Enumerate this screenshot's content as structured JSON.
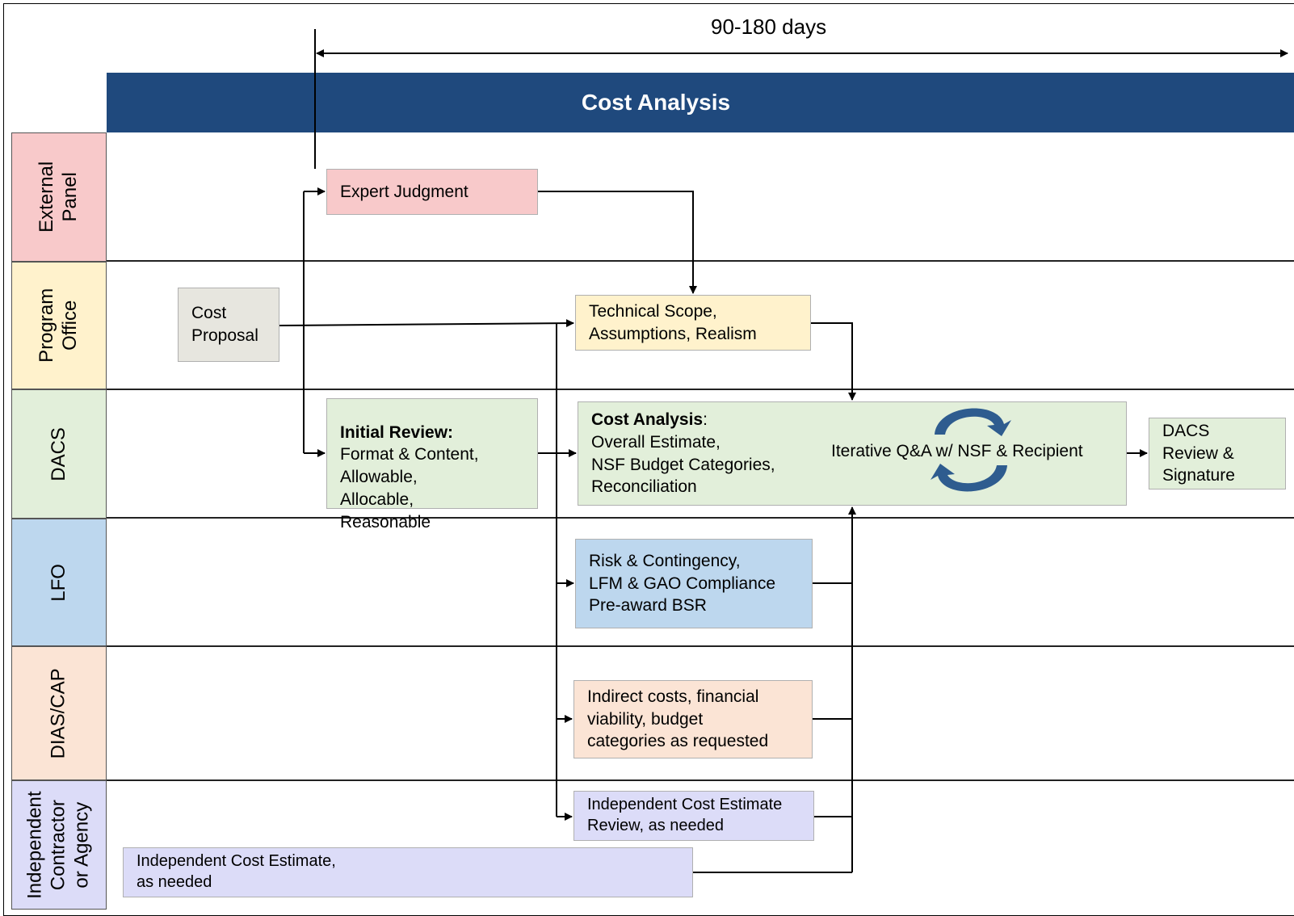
{
  "timeline": {
    "label": "90-180 days"
  },
  "header": {
    "title": "Cost Analysis"
  },
  "colors": {
    "header": "#1f497d",
    "external_panel": "#f8c9ca",
    "program_office": "#fff2cc",
    "dacs": "#e2efda",
    "lfo": "#bdd7ee",
    "dias_cap": "#fbe4d5",
    "independent": "#dcdcf8",
    "cost_proposal": "#e7e6df"
  },
  "lanes": [
    {
      "label": "External\nPanel"
    },
    {
      "label": "Program\nOffice"
    },
    {
      "label": "DACS"
    },
    {
      "label": "LFO"
    },
    {
      "label": "DIAS/CAP"
    },
    {
      "label": "Independent\nContractor\nor Agency"
    }
  ],
  "boxes": {
    "expert_judgment": "Expert Judgment",
    "cost_proposal": "Cost\nProposal",
    "technical_scope": "Technical Scope,\nAssumptions, Realism",
    "initial_review_title": "Initial Review:",
    "initial_review_body": "Format & Content,\nAllowable,\nAllocable,\nReasonable",
    "cost_analysis_title": "Cost Analysis",
    "cost_analysis_colon": ":",
    "cost_analysis_body": "Overall Estimate,\nNSF Budget Categories,\nReconciliation",
    "iterative_qa": "Iterative Q&A w/ NSF & Recipient",
    "dacs_review": "DACS\nReview &\nSignature",
    "risk_contingency": "Risk & Contingency,\nLFM & GAO Compliance\nPre-award BSR",
    "indirect_costs": "Indirect costs, financial\nviability, budget\ncategories as requested",
    "ice_review": "Independent Cost Estimate\nReview, as needed",
    "ice": "Independent Cost Estimate,\nas needed"
  }
}
